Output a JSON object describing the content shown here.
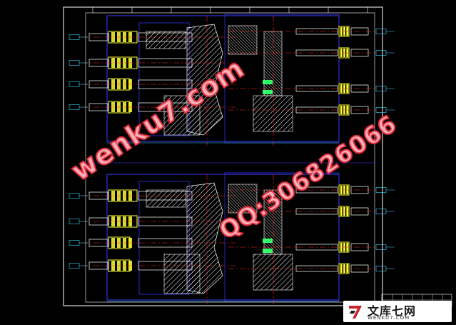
{
  "drawing": {
    "colors": {
      "background": "#000000",
      "frame": "#ffffff",
      "outline": "#3b3bff",
      "part": "#ffffff",
      "hatch": "#ffffff",
      "thread": "#ffff33",
      "centerline": "#ff2a2a",
      "dimension": "#3bd3ff",
      "highlight": "#33ff66"
    }
  },
  "watermarks": {
    "site": "wenku7.com",
    "qq": "QQ:306826066"
  },
  "logo": {
    "cn": "文库七网",
    "en": "WENKU7.COM",
    "icon": "number-seven-logo-icon",
    "mark_color": "#c8242e"
  }
}
